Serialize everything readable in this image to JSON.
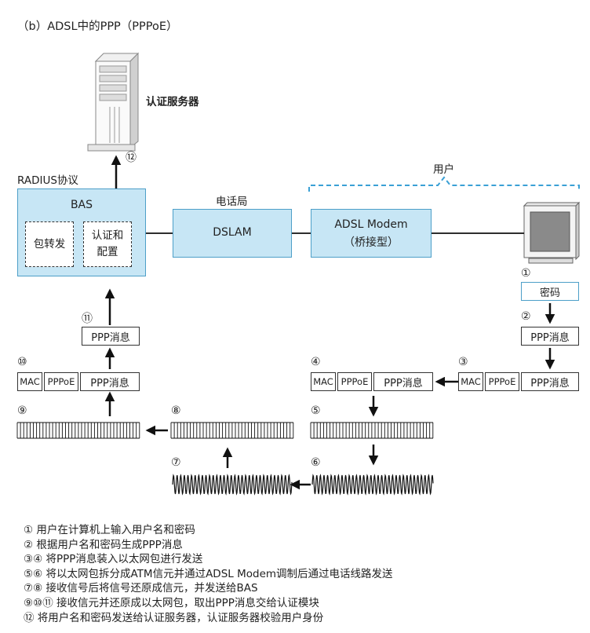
{
  "title": "（b）ADSL中的PPP（PPPoE）",
  "auth_server_label": "认证服务器",
  "radius_label": "RADIUS协议",
  "phone_office_label": "电话局",
  "user_label": "用户",
  "bas": {
    "title": "BAS",
    "forward": "包转发",
    "auth_line1": "认证和",
    "auth_line2": "配置"
  },
  "dslam": "DSLAM",
  "modem": {
    "line1": "ADSL Modem",
    "line2": "（桥接型）"
  },
  "password": "密码",
  "ppp_msg": "PPP消息",
  "mac": "MAC",
  "pppoe": "PPPoE",
  "steps": {
    "s1": "①",
    "s2": "②",
    "s3": "③",
    "s4": "④",
    "s5": "⑤",
    "s6": "⑥",
    "s7": "⑦",
    "s8": "⑧",
    "s9": "⑨",
    "s10": "⑩",
    "s11": "⑪",
    "s12": "⑫"
  },
  "legend": [
    "① 用户在计算机上输入用户名和密码",
    "② 根据用户名和密码生成PPP消息",
    "③④ 将PPP消息装入以太网包进行发送",
    "⑤⑥ 将以太网包拆分成ATM信元并通过ADSL Modem调制后通过电话线路发送",
    "⑦⑧ 接收信号后将信号还原成信元，并发送给BAS",
    "⑨⑩⑪ 接收信元并还原成以太网包，取出PPP消息交给认证模块",
    "⑫ 将用户名和密码发送给认证服务器，认证服务器校验用户身份"
  ]
}
